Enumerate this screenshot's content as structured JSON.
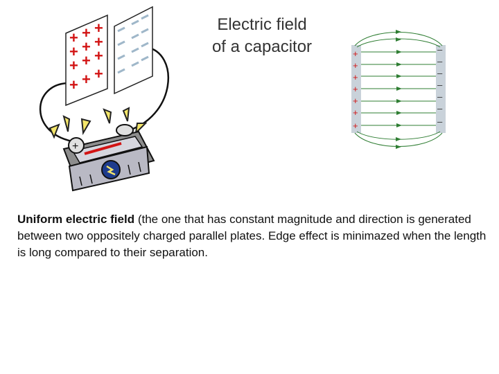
{
  "slide": {
    "title_line1": "Electric field",
    "title_line2": "of a capacitor",
    "body_bold": "Uniform electric field",
    "body_rest": " (the one that has constant magnitude and direction is generated between two oppositely charged parallel plates. Edge effect is minimazed when the length is long compared to their separation."
  },
  "clipart": {
    "plate_positive_symbol": "+",
    "plate_negative_symbol": "–",
    "battery": "battery-icon",
    "wire": "wire-icon"
  },
  "field_diagram": {
    "positive_symbol": "+",
    "negative_symbol": "–",
    "line_color": "#2e7d32",
    "plate_color": "#c9d2da"
  }
}
